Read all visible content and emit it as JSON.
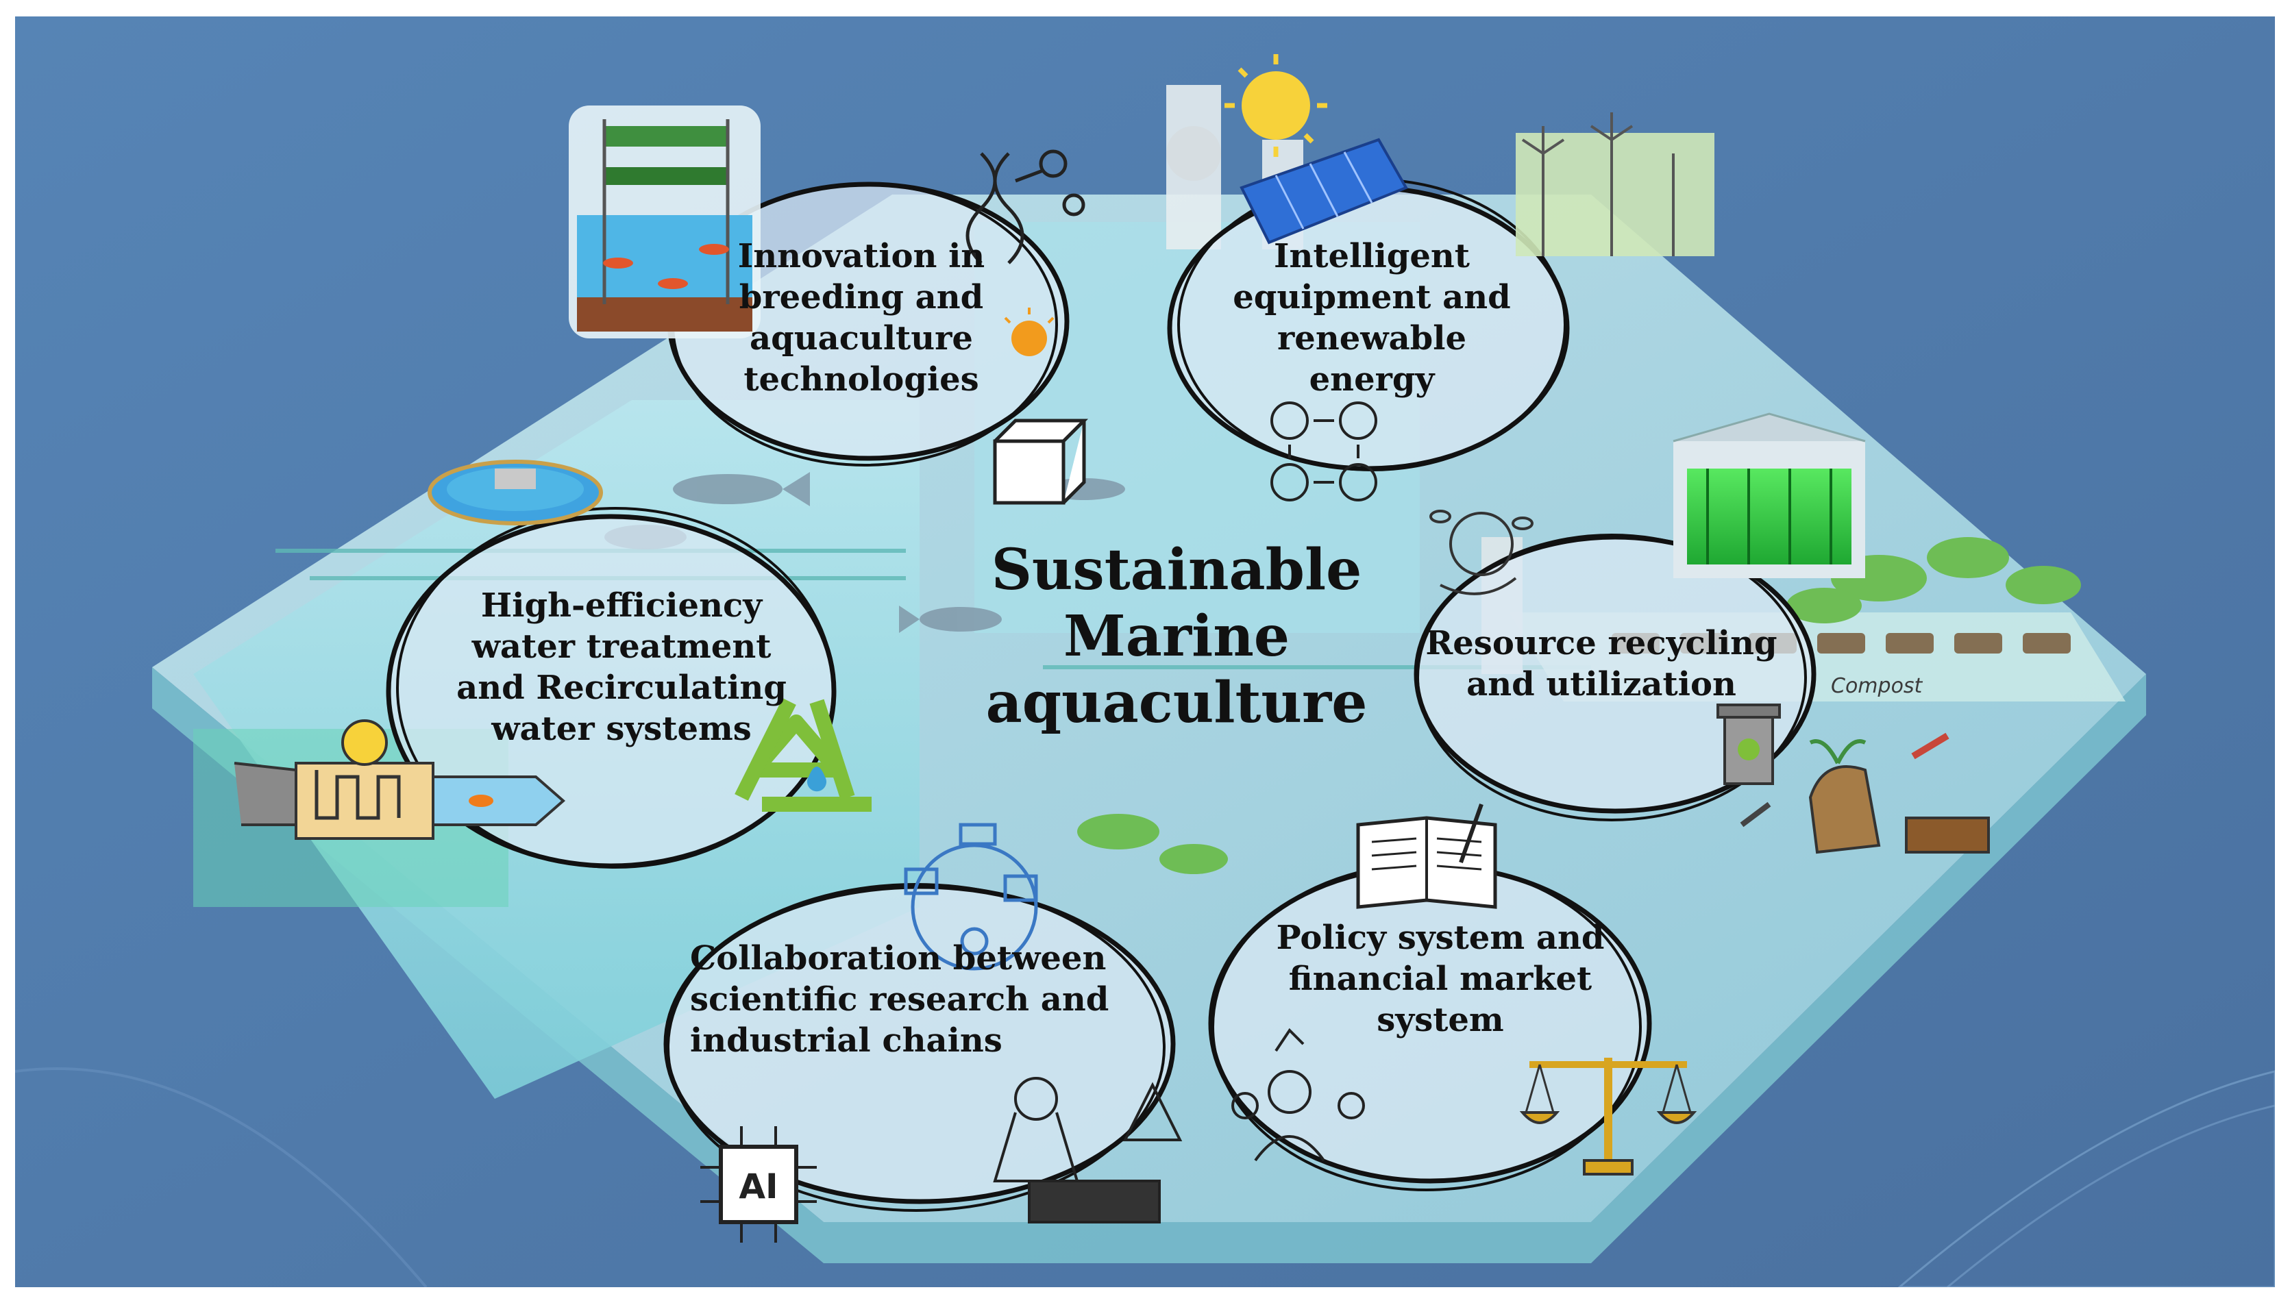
{
  "title": "Sustainable\nMarine\naquaculture",
  "pillars": [
    {
      "id": "breeding",
      "label": "Innovation in\nbreeding and\naquaculture\ntechnologies"
    },
    {
      "id": "energy",
      "label": "Intelligent\nequipment and\nrenewable energy"
    },
    {
      "id": "water",
      "label": "High-efficiency\nwater treatment\nand Recirculating\nwater systems"
    },
    {
      "id": "recycling",
      "label": "Resource recycling\nand utilization"
    },
    {
      "id": "collaboration",
      "label": "Collaboration between\nscientific research and\nindustrial chains"
    },
    {
      "id": "policy",
      "label": "Policy system and\nfinancial market\nsystem"
    }
  ],
  "annotations": {
    "compost": "Compost",
    "ai_chip": "AI"
  },
  "colors": {
    "background": "#4f79a9",
    "platform": "#a8d9e6",
    "water": "#6ec8d8",
    "oval_fill": "#dbe9f4",
    "oval_stroke": "#111111",
    "recycle_green": "#7fbf3a",
    "scale_gold": "#d8a520",
    "algae_green": "#2ecc40",
    "solar_blue": "#2f6fd6",
    "sun_yellow": "#f7d23a"
  }
}
